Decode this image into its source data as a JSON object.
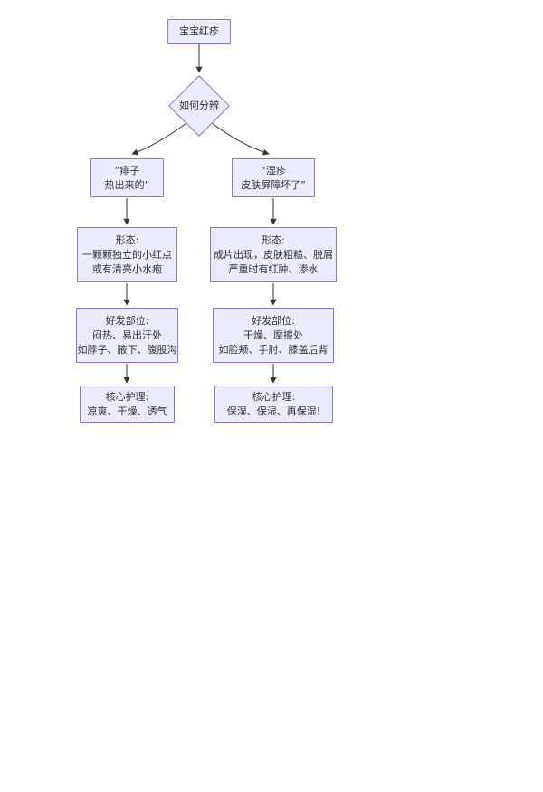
{
  "diagram": {
    "theme": {
      "background": "#ffffff",
      "node_fill": "#ECECFF",
      "node_border": "#9370DB",
      "arrow_color": "#333333",
      "text_color": "#333333"
    },
    "nodes": {
      "root": "宝宝红疹",
      "decision": "如何分辨",
      "heat_header": "“痱子\n热出来的”",
      "eczema_header": "“湿疹\n皮肤屏障坏了”",
      "heat_form": "形态:\n一颗颗独立的小红点\n或有清亮小水疱",
      "eczema_form": "形态:\n成片出现，皮肤粗糙、脱屑\n严重时有红肿、渗水",
      "heat_sites": "好发部位:\n闷热、易出汗处\n如脖子、腋下、腹股沟",
      "eczema_sites": "好发部位:\n干燥、摩擦处\n如脸颊、手肘、膝盖后背",
      "heat_care": "核心护理:\n凉爽、干燥、透气",
      "eczema_care": "核心护理:\n保湿、保湿、再保湿!"
    },
    "edges": [
      {
        "from": "root",
        "to": "decision"
      },
      {
        "from": "decision",
        "to": "heat_header"
      },
      {
        "from": "decision",
        "to": "eczema_header"
      },
      {
        "from": "heat_header",
        "to": "heat_form"
      },
      {
        "from": "eczema_header",
        "to": "eczema_form"
      },
      {
        "from": "heat_form",
        "to": "heat_sites"
      },
      {
        "from": "eczema_form",
        "to": "eczema_sites"
      },
      {
        "from": "heat_sites",
        "to": "heat_care"
      },
      {
        "from": "eczema_sites",
        "to": "eczema_care"
      }
    ]
  }
}
